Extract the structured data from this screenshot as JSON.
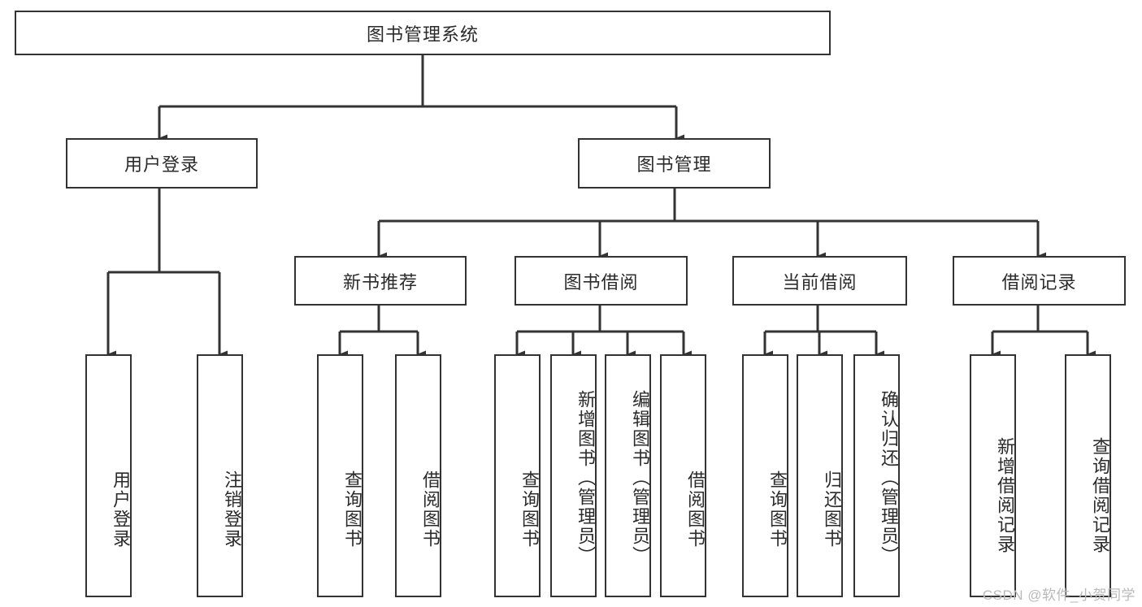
{
  "diagram": {
    "title": "图书管理系统",
    "type": "tree",
    "style": {
      "stroke": "#333333",
      "background": "#ffffff",
      "text_color": "#2b2b2b",
      "watermark_color": "#b9b9b9"
    },
    "root": {
      "label": "图书管理系统"
    },
    "level2": [
      {
        "label": "用户登录"
      },
      {
        "label": "图书管理"
      }
    ],
    "level3": [
      {
        "label": "新书推荐"
      },
      {
        "label": "图书借阅"
      },
      {
        "label": "当前借阅"
      },
      {
        "label": "借阅记录"
      }
    ],
    "leaves": {
      "user_login": [
        {
          "label": "用户登录"
        },
        {
          "label": "注销登录"
        }
      ],
      "new_book": [
        {
          "label": "查询图书"
        },
        {
          "label": "借阅图书"
        }
      ],
      "book_borrow": [
        {
          "label": "查询图书"
        },
        {
          "label": "新增图书（管理员）"
        },
        {
          "label": "编辑图书（管理员）"
        },
        {
          "label": "借阅图书"
        }
      ],
      "current_borrow": [
        {
          "label": "查询图书"
        },
        {
          "label": "归还图书"
        },
        {
          "label": "确认归还（管理员）"
        }
      ],
      "borrow_record": [
        {
          "label": "新增借阅记录"
        },
        {
          "label": "查询借阅记录"
        }
      ]
    }
  },
  "watermark": "CSDN @软件_小贺同学"
}
